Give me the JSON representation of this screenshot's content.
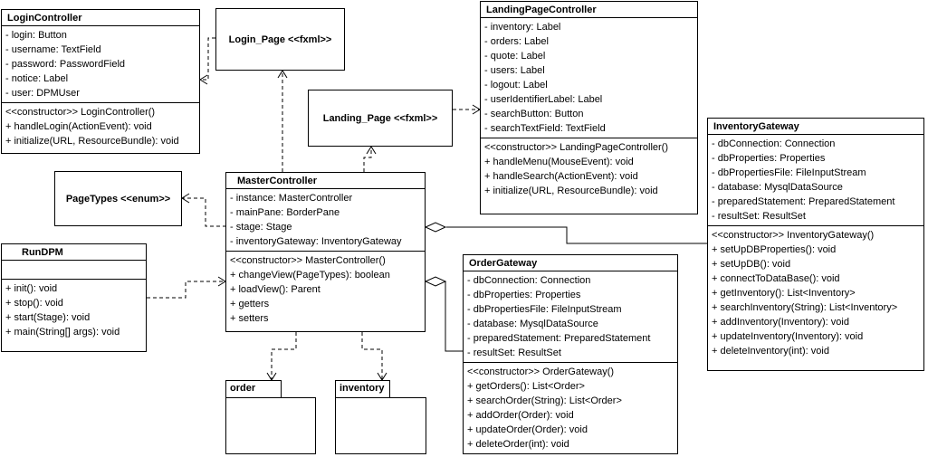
{
  "classes": {
    "login_controller": {
      "name": "LoginController",
      "attributes": [
        "- login: Button",
        "- username: TextField",
        "- password: PasswordField",
        "- notice: Label",
        "- user: DPMUser"
      ],
      "operations": [
        "<<constructor>> LoginController()",
        "+ handleLogin(ActionEvent): void",
        "+ initialize(URL, ResourceBundle): void"
      ]
    },
    "landing_page_controller": {
      "name": "LandingPageController",
      "attributes": [
        "- inventory: Label",
        "- orders: Label",
        "- quote: Label",
        "- users: Label",
        "- logout: Label",
        "- userIdentifierLabel: Label",
        "- searchButton: Button",
        "- searchTextField: TextField"
      ],
      "operations": [
        "<<constructor>> LandingPageController()",
        "+ handleMenu(MouseEvent): void",
        "+ handleSearch(ActionEvent): void",
        "+ initialize(URL, ResourceBundle): void"
      ]
    },
    "inventory_gateway": {
      "name": "InventoryGateway",
      "attributes": [
        "- dbConnection: Connection",
        "- dbProperties: Properties",
        "- dbPropertiesFile: FileInputStream",
        "- database: MysqlDataSource",
        "- preparedStatement: PreparedStatement",
        "- resultSet: ResultSet"
      ],
      "operations": [
        "<<constructor>> InventoryGateway()",
        "+ setUpDBProperties(): void",
        "+ setUpDB(): void",
        "+ connectToDataBase(): void",
        "+ getInventory(): List<Inventory>",
        "+ searchInventory(String): List<Inventory>",
        "+ addInventory(Inventory): void",
        "+ updateInventory(Inventory): void",
        "+ deleteInventory(int): void"
      ]
    },
    "master_controller": {
      "name": "MasterController",
      "attributes": [
        "- instance: MasterController",
        "- mainPane: BorderPane",
        "- stage: Stage",
        "- inventoryGateway: InventoryGateway"
      ],
      "operations": [
        "<<constructor>> MasterController()",
        "+ changeView(PageTypes): boolean",
        "+ loadView(): Parent",
        "+ getters",
        "+ setters"
      ]
    },
    "run_dpm": {
      "name": "RunDPM",
      "attributes": [],
      "operations": [
        "+ init(): void",
        "+ stop(): void",
        "+ start(Stage): void",
        "+ main(String[] args): void"
      ]
    },
    "order_gateway": {
      "name": "OrderGateway",
      "attributes": [
        "- dbConnection: Connection",
        "- dbProperties: Properties",
        "- dbPropertiesFile: FileInputStream",
        "- database: MysqlDataSource",
        "- preparedStatement: PreparedStatement",
        "- resultSet: ResultSet"
      ],
      "operations": [
        "<<constructor>> OrderGateway()",
        "+ getOrders(): List<Order>",
        "+ searchOrder(String): List<Order>",
        "+ addOrder(Order): void",
        "+ updateOrder(Order): void",
        "+ deleteOrder(int): void"
      ]
    }
  },
  "pages": {
    "login_page": "Login_Page <<fxml>>",
    "landing_page": "Landing_Page <<fxml>>",
    "page_types": "PageTypes <<enum>>"
  },
  "packages": {
    "order": "order",
    "inventory": "inventory"
  }
}
